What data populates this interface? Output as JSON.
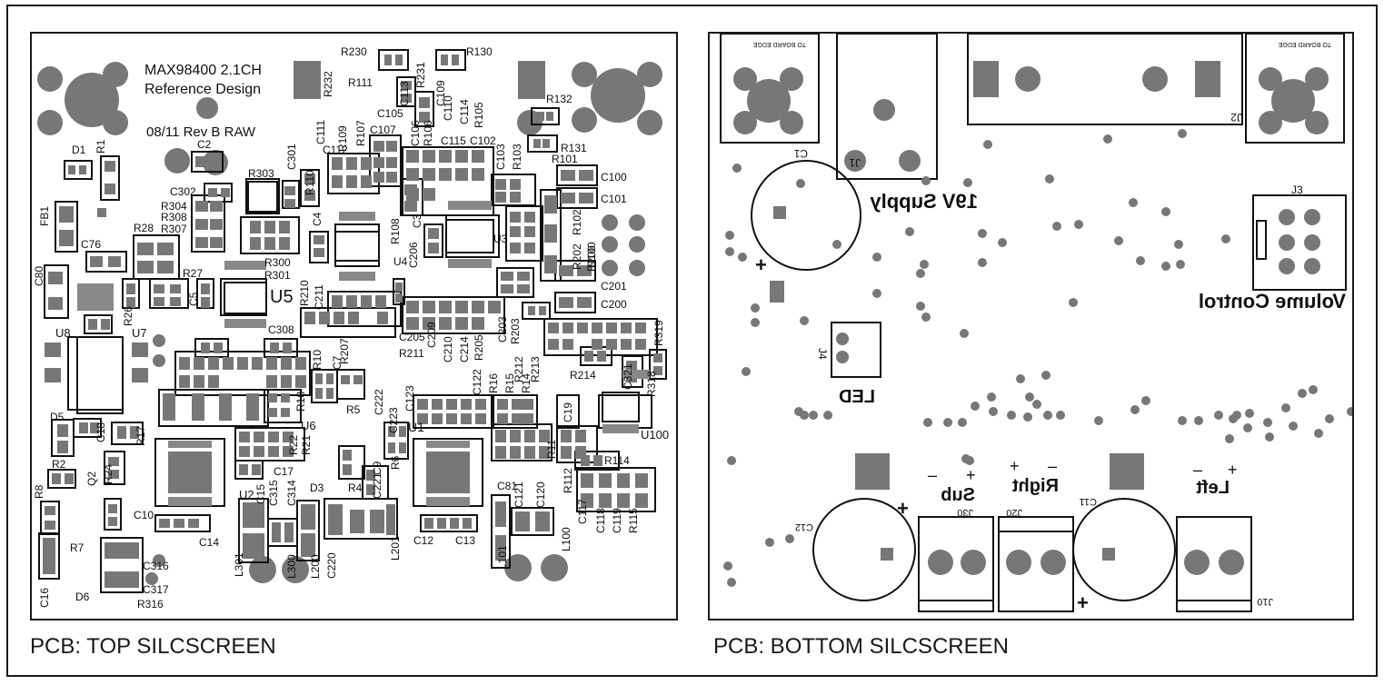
{
  "top": {
    "caption": "PCB: TOP SILCSCREEN",
    "title_lines": [
      "MAX98400 2.1CH",
      "Reference Design"
    ],
    "rev": "08/11 Rev B RAW",
    "chip_labels": [
      "U5",
      "U1",
      "U4",
      "U3",
      "U6",
      "U7",
      "U8",
      "U2",
      "U100"
    ],
    "ref_labels": [
      "D1",
      "R1",
      "C2",
      "FB1",
      "C76",
      "C80",
      "R28",
      "R27",
      "R26",
      "C5",
      "C302",
      "R304",
      "R308",
      "R307",
      "R303",
      "C301",
      "R300",
      "R301",
      "C308",
      "R230",
      "R232",
      "R231",
      "R111",
      "R109",
      "R107",
      "C111",
      "C112",
      "C105",
      "C107",
      "C113",
      "C109",
      "C110",
      "C114",
      "R105",
      "C106",
      "R106",
      "C115",
      "C102",
      "R110",
      "C4",
      "R108",
      "C3",
      "C206",
      "R210",
      "C211",
      "R207",
      "C7",
      "R10",
      "R18",
      "R5",
      "R130",
      "R132",
      "R131",
      "R101",
      "C100",
      "C101",
      "C103",
      "R103",
      "R102",
      "R100",
      "R202",
      "R200",
      "C201",
      "C200",
      "C203",
      "R203",
      "R212",
      "R213",
      "C205",
      "C209",
      "C210",
      "C214",
      "R205",
      "R211",
      "R319",
      "R214",
      "C321",
      "R318",
      "C223",
      "C222",
      "C123",
      "C122",
      "R16",
      "R15",
      "R14",
      "C19",
      "R11",
      "R114",
      "R112",
      "C117",
      "C118",
      "C119",
      "R115",
      "C81",
      "C121",
      "C120",
      "L100",
      "L101",
      "C12",
      "C13",
      "C9",
      "R6",
      "C10",
      "C14",
      "C15",
      "C17",
      "C314",
      "C315",
      "R22",
      "R21",
      "D3",
      "R4",
      "C221",
      "C220",
      "L201",
      "L200",
      "L300",
      "L301",
      "D5",
      "R17",
      "C18",
      "R2",
      "Q2",
      "R24",
      "R8",
      "R7",
      "D6",
      "C316",
      "C317",
      "R316",
      "C16"
    ]
  },
  "bottom": {
    "caption": "PCB: BOTTOM SILCSCREEN",
    "labels": [
      "TO BOARD EDGE",
      "TO BOARD EDGE",
      "J2",
      "J1",
      "J3",
      "C1",
      "19V Supply",
      "Volume Control",
      "J4",
      "LED",
      "Sub",
      "Right",
      "Left",
      "J30",
      "J20",
      "J10",
      "C11",
      "C12"
    ],
    "polarity": [
      "+",
      "–"
    ]
  }
}
